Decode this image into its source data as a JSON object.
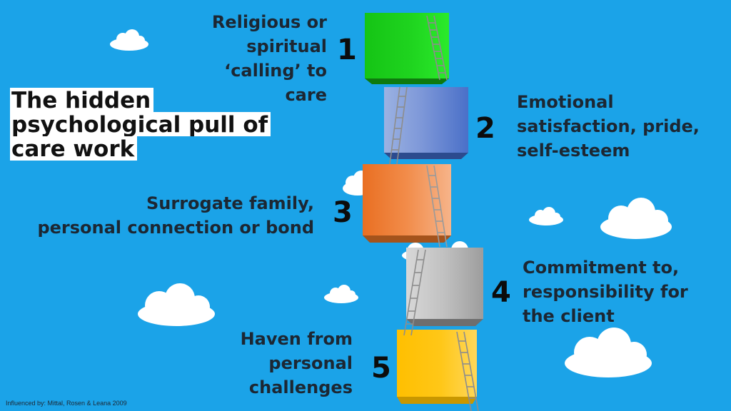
{
  "title_lines": [
    "The hidden",
    "psychological pull of",
    "care work"
  ],
  "steps": [
    {
      "number": "1",
      "text": "Religious or\nspiritual\n‘calling’ to\ncare",
      "color": "#1fd41f"
    },
    {
      "number": "2",
      "text": "Emotional\nsatisfaction, pride,\nself-esteem",
      "color": "#4a70c8"
    },
    {
      "number": "3",
      "text": "Surrogate family,\npersonal connection or bond",
      "color": "#ed7d31"
    },
    {
      "number": "4",
      "text": "Commitment to,\nresponsibility for\nthe client",
      "color": "#a5a5a5"
    },
    {
      "number": "5",
      "text": "Haven from\npersonal\nchallenges",
      "color": "#ffc000"
    }
  ],
  "citation": "Influenced by: Mittal, Rosen & Leana 2009",
  "background_color": "#1ba3e8"
}
